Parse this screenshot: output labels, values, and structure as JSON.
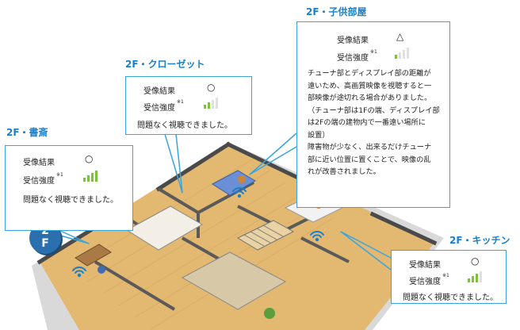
{
  "badge": {
    "line1": "2",
    "line2": "F"
  },
  "rooms": {
    "study": {
      "title": "2F・書斎",
      "reception_label": "受像結果",
      "reception_value": "○",
      "signal_label": "受信強度",
      "signal_note": "※1",
      "signal_level": 4,
      "comment": "問題なく視聴できました。"
    },
    "closet": {
      "title": "2F・クローゼット",
      "reception_label": "受像結果",
      "reception_value": "○",
      "signal_label": "受信強度",
      "signal_note": "※1",
      "signal_level": 2,
      "comment": "問題なく視聴できました。"
    },
    "kids": {
      "title": "2F・子供部屋",
      "reception_label": "受像結果",
      "reception_value": "△",
      "signal_label": "受信強度",
      "signal_note": "※1",
      "signal_level": 1,
      "comment": "チューナ部とディスプレイ部の距離が\n遠いため、高画質映像を視聴すると一\n部映像が途切れる場合がありました。\n（チューナ部は1Fの端、ディスプレイ部\nは2Fの端の建物内で一番遠い場所に\n設置）\n障害物が少なく、出来るだけチューナ\n部に近い位置に置くことで、映像の乱\nれが改善されました。"
    },
    "kitchen": {
      "title": "2F・キッチン",
      "reception_label": "受像結果",
      "reception_value": "○",
      "signal_label": "受信強度",
      "signal_note": "※1",
      "signal_level": 3,
      "comment": "問題なく視聴できました。"
    }
  },
  "colors": {
    "accent": "#1a7fc7",
    "callout_border": "#3aa5dc",
    "signal_on": "#7cc23a",
    "signal_off": "#e0e0e0",
    "floor": "#e3b871",
    "wall": "#4a4a4a"
  }
}
